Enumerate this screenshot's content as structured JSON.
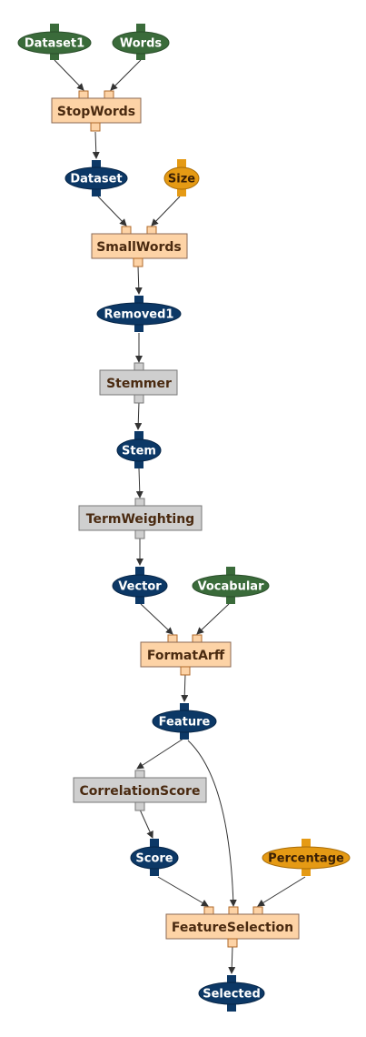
{
  "colors": {
    "data_green": "#3a6b3a",
    "data_blue": "#0c3866",
    "param_orange": "#e59a14",
    "proc_orange_fill": "#fdd3a6",
    "proc_gray_fill": "#cfcfcf",
    "proc_text": "#4a2a10",
    "edge": "#333333"
  },
  "nodes": {
    "dataset1": "Dataset1",
    "words": "Words",
    "stopwords": "StopWords",
    "dataset": "Dataset",
    "size": "Size",
    "smallwords": "SmallWords",
    "removed1": "Removed1",
    "stemmer": "Stemmer",
    "stem": "Stem",
    "termweighting": "TermWeighting",
    "vector": "Vector",
    "vocabular": "Vocabular",
    "formatarff": "FormatArff",
    "feature": "Feature",
    "correlationscore": "CorrelationScore",
    "score": "Score",
    "percentage": "Percentage",
    "featureselection": "FeatureSelection",
    "selected": "Selected"
  }
}
